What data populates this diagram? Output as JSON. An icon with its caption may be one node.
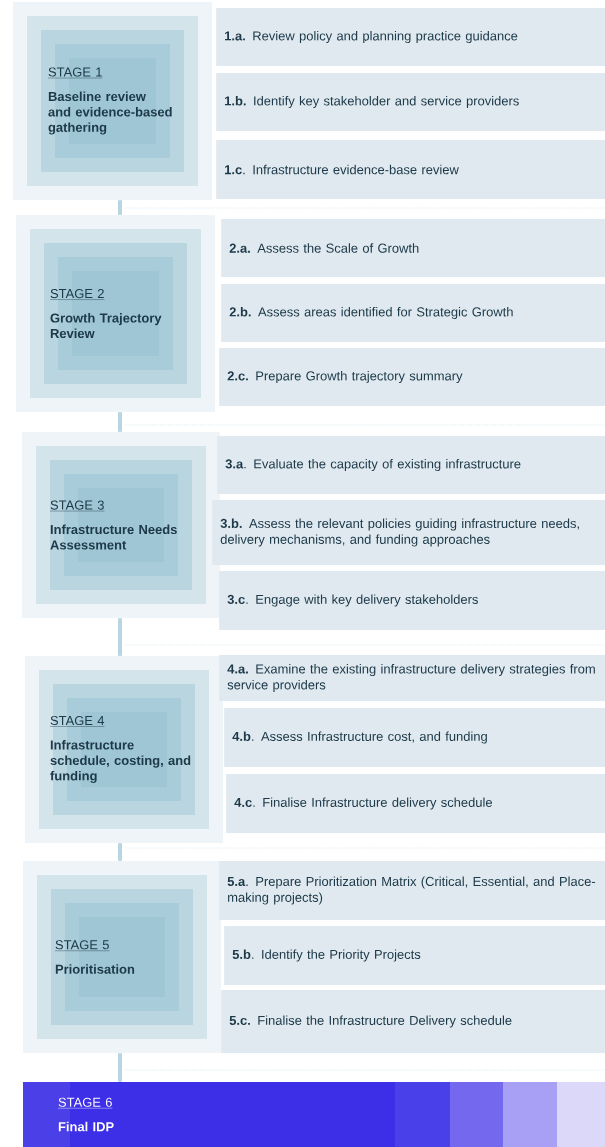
{
  "diagram": {
    "nodes": [
      {
        "text": [
          "STAGE 1",
          "Baseline review and evidence-based gathering"
        ]
      },
      {
        "text": [
          "**1.a.** Review policy and planning practice guidance"
        ]
      },
      {
        "text": [
          "**1.b.** Identify key stakeholder and service providers"
        ]
      },
      {
        "text": [
          "**1.c**. Infrastructure evidence-base review"
        ]
      },
      {
        "text": [
          "STAGE 2",
          "Growth Trajectory Review"
        ]
      },
      {
        "text": [
          "**2.a.** Assess the Scale of Growth"
        ]
      },
      {
        "text": [
          "**2.b.** Assess areas identified for Strategic Growth"
        ]
      },
      {
        "text": [
          "**2.c.** Prepare Growth trajectory summary"
        ]
      },
      {
        "text": [
          "STAGE 3",
          "Infrastructure Needs Assessment"
        ]
      },
      {
        "text": [
          "**3.a**. Evaluate the capacity of existing infrastructure"
        ]
      },
      {
        "text": [
          "**3.b.** Assess the relevant policies guiding infrastructure needs, delivery mechanisms, and funding approaches"
        ]
      },
      {
        "text": [
          "**3.c**. Engage with key delivery stakeholders"
        ]
      },
      {
        "text": [
          "STAGE 4",
          "Infrastructure schedule, costing, and funding"
        ]
      },
      {
        "text": [
          "**4.a.** Examine the existing infrastructure delivery strategies from service providers"
        ]
      },
      {
        "text": [
          "**4.b**. Assess Infrastructure cost, and funding"
        ]
      },
      {
        "text": [
          "**4.c**. Finalise Infrastructure delivery schedule"
        ]
      },
      {
        "text": [
          "STAGE 5",
          "Prioritisation"
        ]
      },
      {
        "text": [
          "**5.a**. Prepare Prioritization Matrix (Critical, Essential, and Place-making projects)"
        ]
      },
      {
        "text": [
          "**5.b**. Identify the Priority Projects"
        ]
      },
      {
        "text": [
          "**5.c.** Finalise the Infrastructure Delivery schedule"
        ]
      },
      {
        "text": [
          "STAGE 6",
          "Final IDP"
        ]
      }
    ],
    "edges": [
      {
        "from": 0,
        "to": 4,
        "arrow": "none"
      },
      {
        "from": 4,
        "to": 8,
        "arrow": "none"
      },
      {
        "from": 8,
        "to": 12,
        "arrow": "none"
      },
      {
        "from": 12,
        "to": 16,
        "arrow": "none"
      },
      {
        "from": 16,
        "to": 20,
        "arrow": "none"
      }
    ]
  }
}
